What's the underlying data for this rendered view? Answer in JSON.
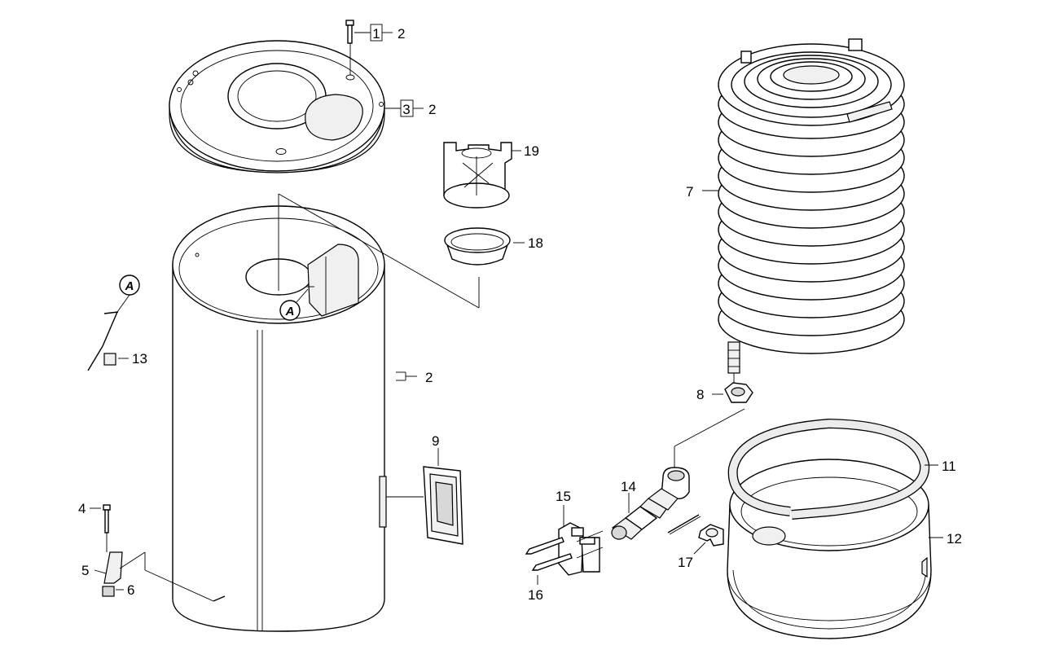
{
  "labels": {
    "l1": "1",
    "l2a": "2",
    "l3": "3",
    "l2b": "2",
    "l2c": "2",
    "l4": "4",
    "l5": "5",
    "l6": "6",
    "l7": "7",
    "l8": "8",
    "l9": "9",
    "l11": "11",
    "l12": "12",
    "l13": "13",
    "l14": "14",
    "l15": "15",
    "l16": "16",
    "l17": "17",
    "l18": "18",
    "l19": "19"
  },
  "markers": {
    "a1": "A",
    "a2": "A"
  }
}
